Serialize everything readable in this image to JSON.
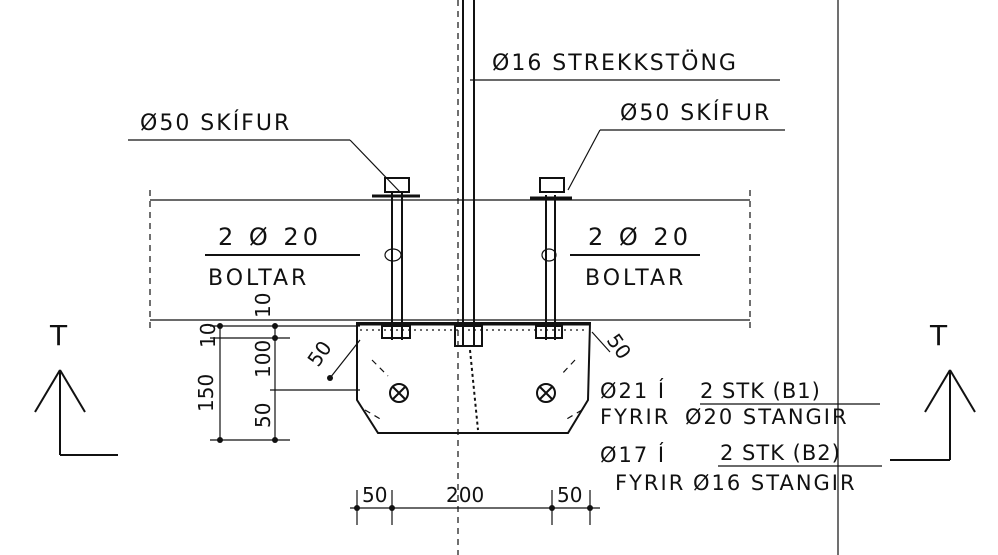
{
  "labels": {
    "rod": "Ø16  STREKKSTÖNG",
    "washer_left": "Ø50  SKÍFUR",
    "washer_right": "Ø50  SKÍFUR",
    "bolts_left_count": "2 Ø 20",
    "bolts_left_word": "BOLTAR",
    "bolts_right_count": "2 Ø 20",
    "bolts_right_word": "BOLTAR",
    "rebar_line1_a": "Ø21  Í",
    "rebar_line1_b": "2 STK (B1)",
    "rebar_line2_a": "FYRIR",
    "rebar_line2_b": "Ø20  STANGIR",
    "rebar_line3_a": "Ø17  Í",
    "rebar_line3_b": "2 STK (B2)",
    "rebar_line4_a": "FYRIR",
    "rebar_line4_b": "Ø16  STANGIR",
    "section_left": "T",
    "section_right": "T"
  },
  "dimensions": {
    "vert_total": "150",
    "vert_top": "10",
    "vert_mid": "100",
    "vert_bottom": "50",
    "vert_top_small": "10",
    "chamfer_left": "50",
    "chamfer_right": "50",
    "horiz_left": "50",
    "horiz_center": "200",
    "horiz_right": "50"
  },
  "colors": {
    "ink": "#111111",
    "paper": "#ffffff"
  }
}
